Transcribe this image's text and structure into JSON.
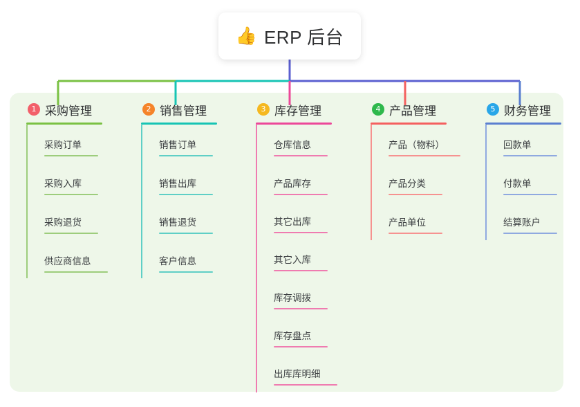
{
  "root": {
    "icon": "thumbs-up-icon",
    "emoji": "👍",
    "title": "ERP 后台"
  },
  "palette": {
    "panel_bg": "#eef7e9",
    "page_bg": "#ffffff",
    "text": "#2f3133",
    "connector_green": "#7ac143",
    "connector_teal": "#17c4b4",
    "connector_blue": "#5b5fd0",
    "connector_pink": "#ec4899",
    "connector_red": "#f4605f"
  },
  "columns": [
    {
      "number": "1",
      "badge_color": "#f2606a",
      "line_color": "#7ac143",
      "title": "采购管理",
      "items": [
        "采购订单",
        "采购入库",
        "采购退货",
        "供应商信息"
      ]
    },
    {
      "number": "2",
      "badge_color": "#f5842a",
      "line_color": "#17c4b4",
      "title": "销售管理",
      "items": [
        "销售订单",
        "销售出库",
        "销售退货",
        "客户信息"
      ]
    },
    {
      "number": "3",
      "badge_color": "#f5b820",
      "line_color": "#ec4899",
      "title": "库存管理",
      "items": [
        "仓库信息",
        "产品库存",
        "其它出库",
        "其它入库",
        "库存调拨",
        "库存盘点",
        "出库库明细"
      ]
    },
    {
      "number": "4",
      "badge_color": "#2eb84c",
      "line_color": "#f4605f",
      "title": "产品管理",
      "items": [
        "产品（物料）",
        "产品分类",
        "产品单位"
      ]
    },
    {
      "number": "5",
      "badge_color": "#29a6e8",
      "line_color": "#5b7fd0",
      "title": "财务管理",
      "items": [
        "回款单",
        "付款单",
        "结算账户"
      ]
    }
  ]
}
